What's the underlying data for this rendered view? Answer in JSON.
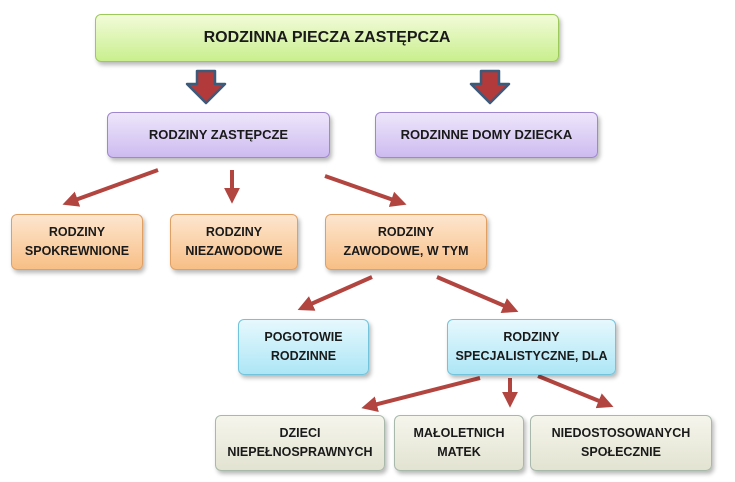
{
  "title": "RODZINNA PIECZA ZASTĘPCZA",
  "level1": {
    "left": "RODZINY ZASTĘPCZE",
    "right": "RODZINNE DOMY DZIECKA"
  },
  "level2": [
    {
      "line1": "RODZINY",
      "line2": "SPOKREWNIONE"
    },
    {
      "line1": "RODZINY",
      "line2": "NIEZAWODOWE"
    },
    {
      "line1": "RODZINY",
      "line2": "ZAWODOWE, W TYM"
    }
  ],
  "level3": [
    {
      "line1": "POGOTOWIE",
      "line2": "RODZINNE"
    },
    {
      "line1": "RODZINY",
      "line2": "SPECJALISTYCZNE, DLA"
    }
  ],
  "level4": [
    {
      "line1": "DZIECI",
      "line2": "NIEPEŁNOSPRAWNYCH"
    },
    {
      "line1": "MAŁOLETNICH",
      "line2": "MATEK"
    },
    {
      "line1": "NIEDOSTOSOWANYCH",
      "line2": "SPOŁECZNIE"
    }
  ],
  "colors": {
    "arrow_red": "#b2453f",
    "block_arrow_fill": "#b23a3a",
    "block_arrow_stroke": "#3d5a7a",
    "root_fill": "#d4f2a6",
    "level1_fill": "#d8c9f3",
    "level2_fill": "#f9cc9c",
    "level3_fill": "#bfeaf8",
    "level4_fill": "#ebeadf"
  }
}
